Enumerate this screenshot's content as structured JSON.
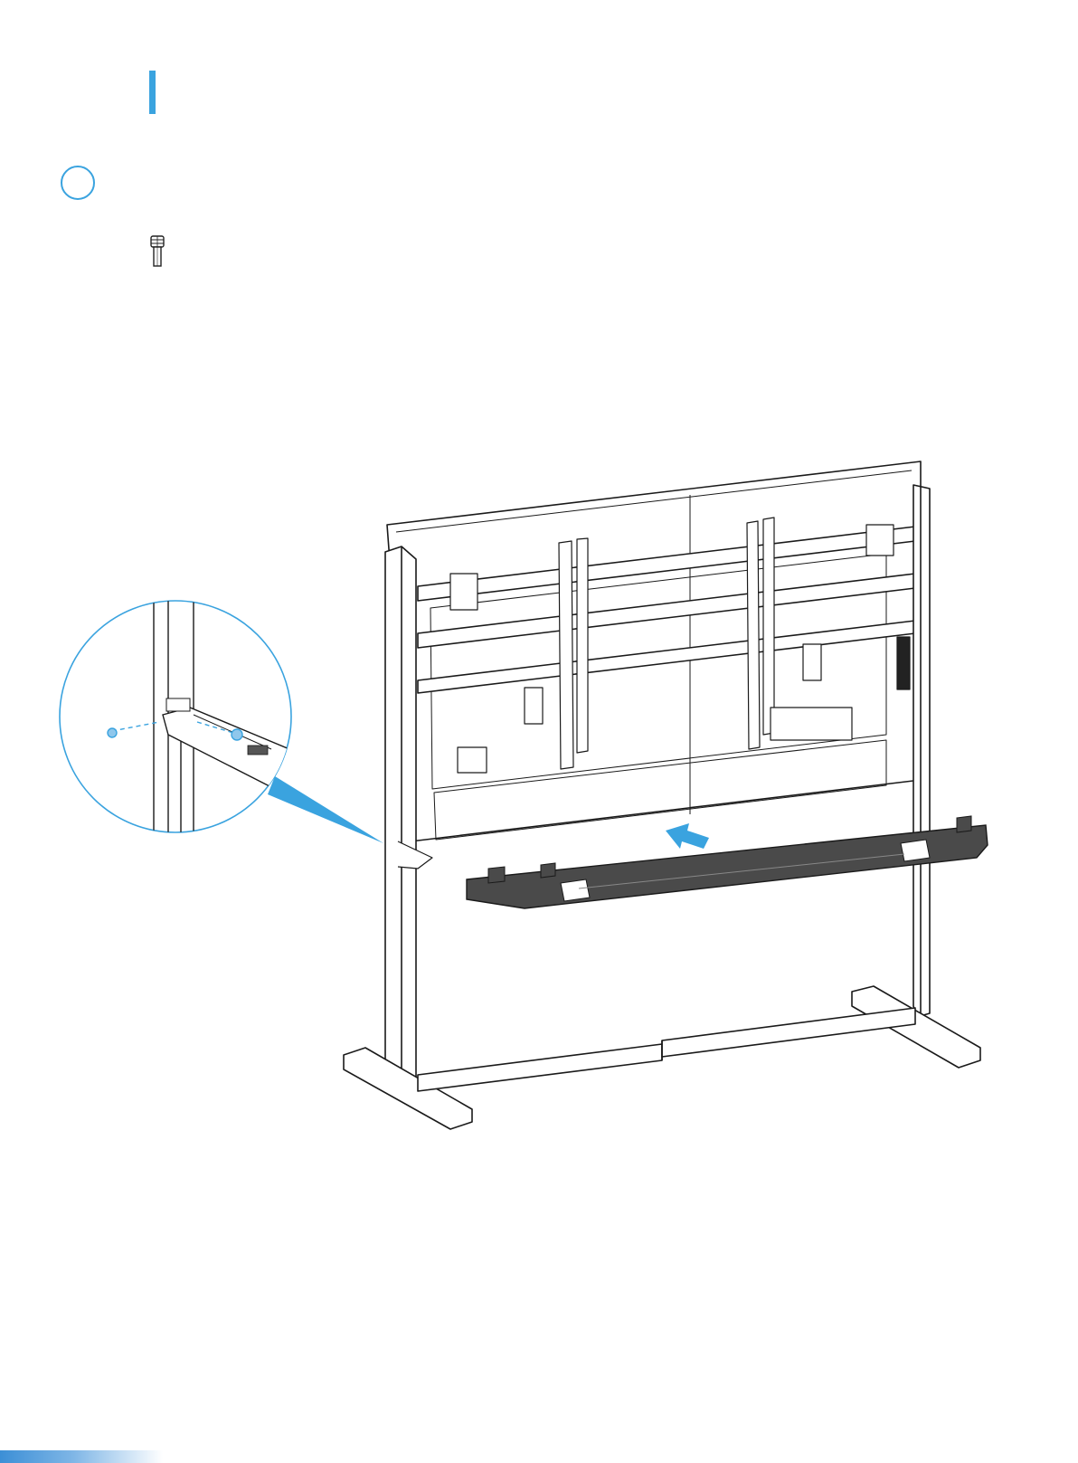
{
  "page": {
    "accent_color": "#3aa3df",
    "dark_part_color": "#4a4a4a"
  },
  "header": {
    "section_marker": "blue-bar",
    "step_marker": "blue-circle"
  },
  "parts": {
    "fastener_icon": "bolt-icon"
  },
  "illustration": {
    "subject": "stand-assembly",
    "callout": "zoom-circle",
    "direction_marker": "arrow-icon"
  }
}
